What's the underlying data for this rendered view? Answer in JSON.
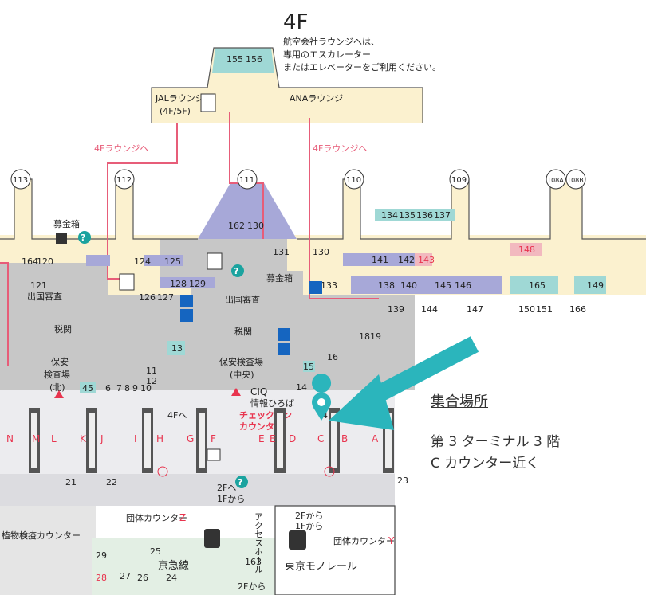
{
  "floor": {
    "label": "4F"
  },
  "lounge_note": {
    "lines": [
      "航空会社ラウンジへは、",
      "専用のエスカレーター",
      "またはエレベーターをご利用ください。"
    ]
  },
  "lounges": {
    "jal": {
      "name": "JALラウンジ",
      "floors": "(4F/5F)"
    },
    "ana": {
      "name": "ANAラウンジ"
    },
    "route_label": "4Fラウンジへ",
    "gates_top": [
      "155",
      "156"
    ]
  },
  "gates": [
    "113",
    "112",
    "111",
    "110",
    "109",
    "108A",
    "108B"
  ],
  "areas": {
    "donation_left": "募金箱",
    "donation_center": "募金箱",
    "immigration_left": "出国審査",
    "immigration_center": "出国審査",
    "customs_left": "税関",
    "customs_center": "税関",
    "security_north_1": "保安",
    "security_north_2": "検査場",
    "security_north_3": "(北)",
    "security_central_1": "保安検査場",
    "security_central_2": "(中央)",
    "ciq": "CIQ",
    "info_plaza": "情報ひろば",
    "to_4f_left": "4Fへ",
    "to_4f_right": "4Fへ",
    "checkin_1": "チェックイン",
    "checkin_2": "カウンター",
    "to_2f": "2Fへ",
    "from_1f": "1Fから",
    "from_2f_a": "2Fから",
    "from_1f_b": "1Fから",
    "access_hall": "アクセスホール",
    "group_counter": "団体カウンター",
    "group_z": "Z",
    "group_y": "Y",
    "plant_quarantine": "植物検疫カウンター",
    "keikyu": "京急線",
    "monorail": "東京モノレール",
    "from_2f_bottom": "2Fから"
  },
  "counters": [
    "N",
    "M",
    "L",
    "K",
    "J",
    "I",
    "H",
    "G",
    "F",
    "E",
    "D",
    "C",
    "B",
    "A"
  ],
  "shops": [
    "164",
    "120",
    "124",
    "125",
    "121",
    "128",
    "129",
    "126",
    "127",
    "162",
    "130",
    "131",
    "130",
    "134",
    "135",
    "136",
    "137",
    "141",
    "142",
    "143",
    "148",
    "133",
    "138",
    "140",
    "145",
    "146",
    "165",
    "149",
    "139",
    "144",
    "147",
    "150",
    "151",
    "166",
    "13",
    "11",
    "12",
    "45",
    "6",
    "7",
    "8",
    "9",
    "10",
    "14",
    "15",
    "16",
    "18",
    "19",
    "21",
    "22",
    "23",
    "29",
    "25",
    "28",
    "27",
    "26",
    "24",
    "163"
  ],
  "meeting_point": {
    "title": "集合場所",
    "line1": "第 3 ターミナル 3 階",
    "line2": "C カウンター近く"
  },
  "colors": {
    "concourse": "#fbf1cf",
    "floor_gray": "#c7c7c7",
    "shop_blue": "#a7a8d8",
    "shop_teal": "#9fd8d5",
    "accent_red": "#e8344e",
    "arrow_teal": "#2bb5bc"
  }
}
